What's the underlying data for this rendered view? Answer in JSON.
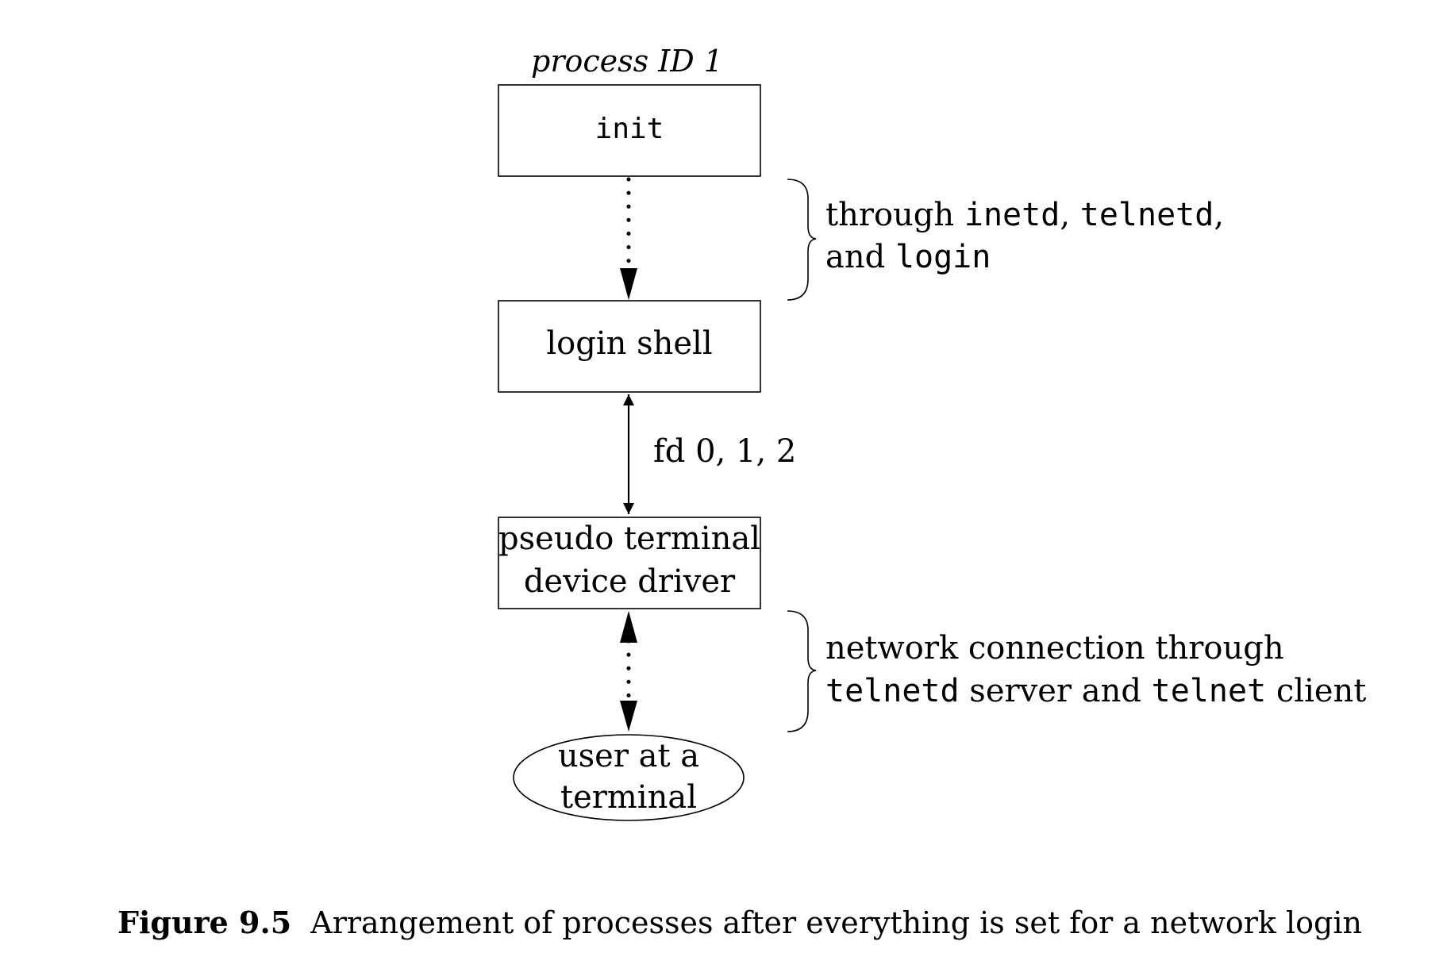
{
  "diagram": {
    "top_label": "process ID 1",
    "nodes": {
      "init": "init",
      "login_shell": "login shell",
      "pty_line1": "pseudo terminal",
      "pty_line2": "device driver",
      "user_line1": "user at a",
      "user_line2": "terminal"
    },
    "annotations": {
      "through": {
        "line1_prefix": "through",
        "line1_code1": "inetd",
        "line1_sep": ",",
        "line1_code2": "telnetd",
        "line1_end": ",",
        "line2_prefix": "and",
        "line2_code": "login"
      },
      "fd": "fd 0, 1, 2",
      "network": {
        "line1": "network connection through",
        "line2_code1": "telnetd",
        "line2_mid": "server and",
        "line2_code2": "telnet",
        "line2_end": "client"
      }
    }
  },
  "caption": {
    "label": "Figure 9.5",
    "text": "Arrangement of processes after everything is set for a network login"
  }
}
